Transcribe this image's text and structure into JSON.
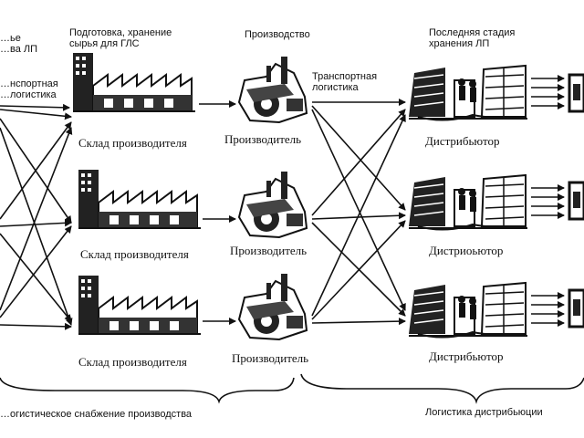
{
  "headers": {
    "raw": [
      "…ье",
      "…ва ЛП"
    ],
    "transport_left": [
      "…нспортная",
      "…логистика"
    ],
    "prep": [
      "Подготовка, хранение",
      "сырья для ГЛС"
    ],
    "production": "Производство",
    "transport_mid": [
      "Транспортная",
      "логистика"
    ],
    "last_stage": [
      "Последняя стадия",
      "хранения ЛП"
    ]
  },
  "rows": [
    {
      "warehouse": "Склад производителя",
      "producer": "Производитель",
      "distributor": "Дистрибьютор"
    },
    {
      "warehouse": "Склад производителя",
      "producer": "Производитель",
      "distributor": "Дистриоьютор"
    },
    {
      "warehouse": "Склад производителя",
      "producer": "Производитель",
      "distributor": "Дистрибьютор"
    }
  ],
  "footer": {
    "left": "…огистическое снабжение производства",
    "right": "Логистика дистрибьюции"
  },
  "colors": {
    "ink": "#111111",
    "paper": "#ffffff"
  }
}
